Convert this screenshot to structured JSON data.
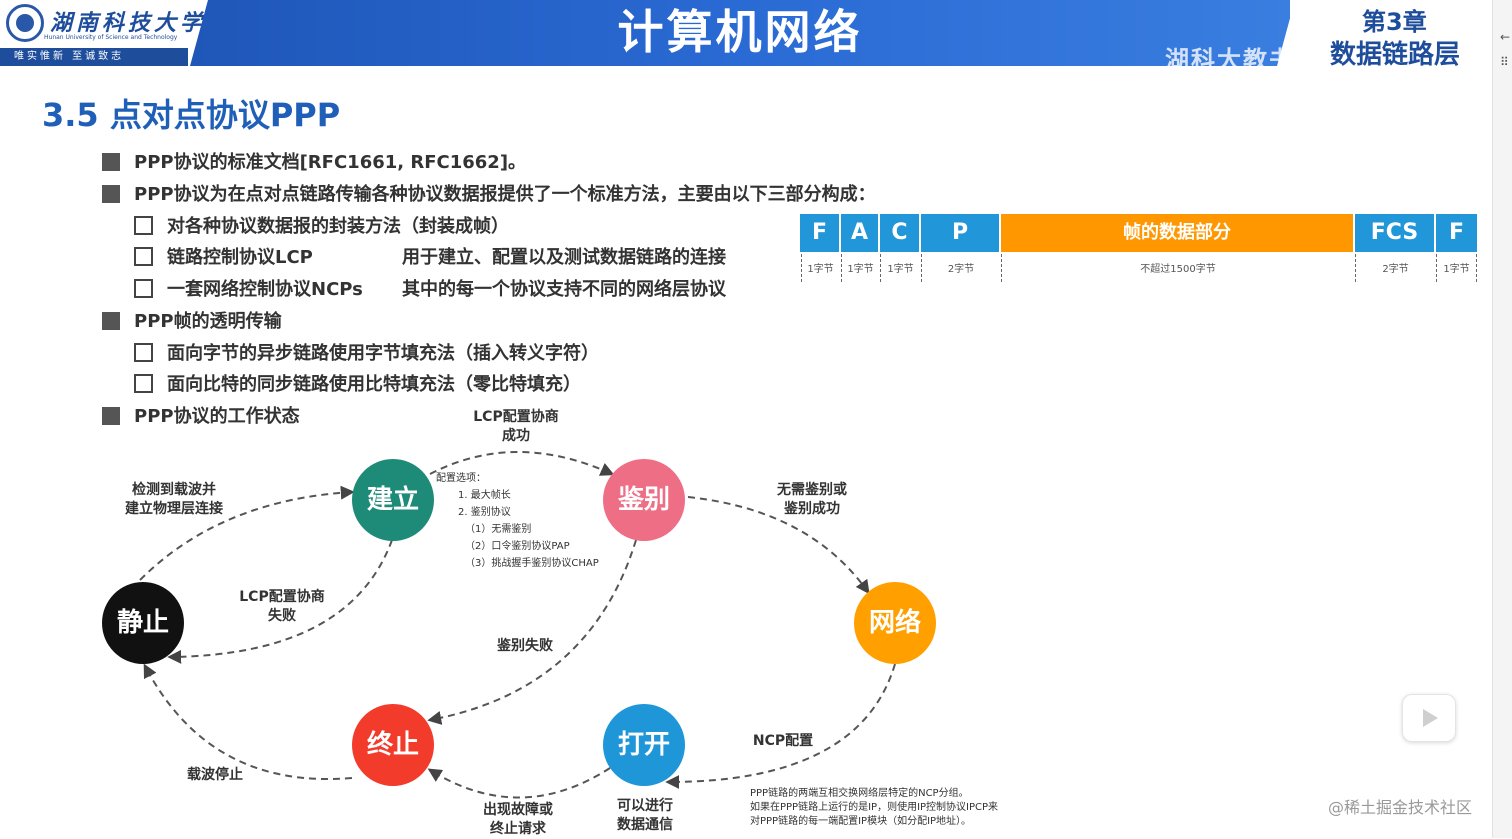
{
  "header": {
    "university_cn": "湖南科技大学",
    "university_en": "Hunan University of Science and Technology",
    "motto": "唯实惟新 至诚致志",
    "course_title": "计算机网络",
    "chapter": "第3章",
    "chapter_sub": "数据链路层",
    "watermark": "湖科大教书匠"
  },
  "section": {
    "title": "3.5 点对点协议PPP"
  },
  "bullets": {
    "b1": "PPP协议的标准文档[RFC1661, RFC1662]。",
    "b2": "PPP协议为在点对点链路传输各种协议数据报提供了一个标准方法，主要由以下三部分构成：",
    "b2_sub1": "对各种协议数据报的封装方法（封装成帧）",
    "b2_sub2": "链路控制协议LCP",
    "b2_sub2_desc": "用于建立、配置以及测试数据链路的连接",
    "b2_sub3": "一套网络控制协议NCPs",
    "b2_sub3_desc": "其中的每一个协议支持不同的网络层协议",
    "b3": "PPP帧的透明传输",
    "b3_sub1": "面向字节的异步链路使用字节填充法（插入转义字符）",
    "b3_sub2": "面向比特的同步链路使用比特填充法（零比特填充）",
    "b4": "PPP协议的工作状态"
  },
  "frame": {
    "fields": [
      "F",
      "A",
      "C",
      "P",
      "帧的数据部分",
      "FCS",
      "F"
    ],
    "sizes": [
      "1字节",
      "1字节",
      "1字节",
      "2字节",
      "不超过1500字节",
      "2字节",
      "1字节"
    ],
    "colors": {
      "blue": "#2196d8",
      "orange": "#ff9800"
    }
  },
  "states": {
    "establish": "建立",
    "authenticate": "鉴别",
    "network": "网络",
    "dead": "静止",
    "terminate": "终止",
    "open": "打开",
    "colors": {
      "establish": "#1e8a78",
      "authenticate": "#ee6e86",
      "network": "#ffa000",
      "dead": "#111111",
      "terminate": "#f23b2b",
      "open": "#1e96d8"
    }
  },
  "transitions": {
    "lcp_ok_1": "LCP配置协商",
    "lcp_ok_2": "成功",
    "carrier_1": "检测到载波并",
    "carrier_2": "建立物理层连接",
    "lcp_fail_1": "LCP配置协商",
    "lcp_fail_2": "失败",
    "noauth_1": "无需鉴别或",
    "noauth_2": "鉴别成功",
    "auth_fail": "鉴别失败",
    "ncp": "NCP配置",
    "carrier_stop": "载波停止",
    "fault_1": "出现故障或",
    "fault_2": "终止请求",
    "data_1": "可以进行",
    "data_2": "数据通信"
  },
  "config_options": {
    "head": "配置选项：",
    "o1": "1. 最大帧长",
    "o2": "2. 鉴别协议",
    "o2a": "（1）无需鉴别",
    "o2b": "（2）口令鉴别协议PAP",
    "o2c": "（3）挑战握手鉴别协议CHAP"
  },
  "ncp_note": {
    "l1": "PPP链路的两端互相交换网络层特定的NCP分组。",
    "l2": "如果在PPP链路上运行的是IP，则使用IP控制协议IPCP来",
    "l3": "对PPP链路的每一端配置IP模块（如分配IP地址）。"
  },
  "overlay": {
    "credit": "@稀土掘金技术社区"
  }
}
